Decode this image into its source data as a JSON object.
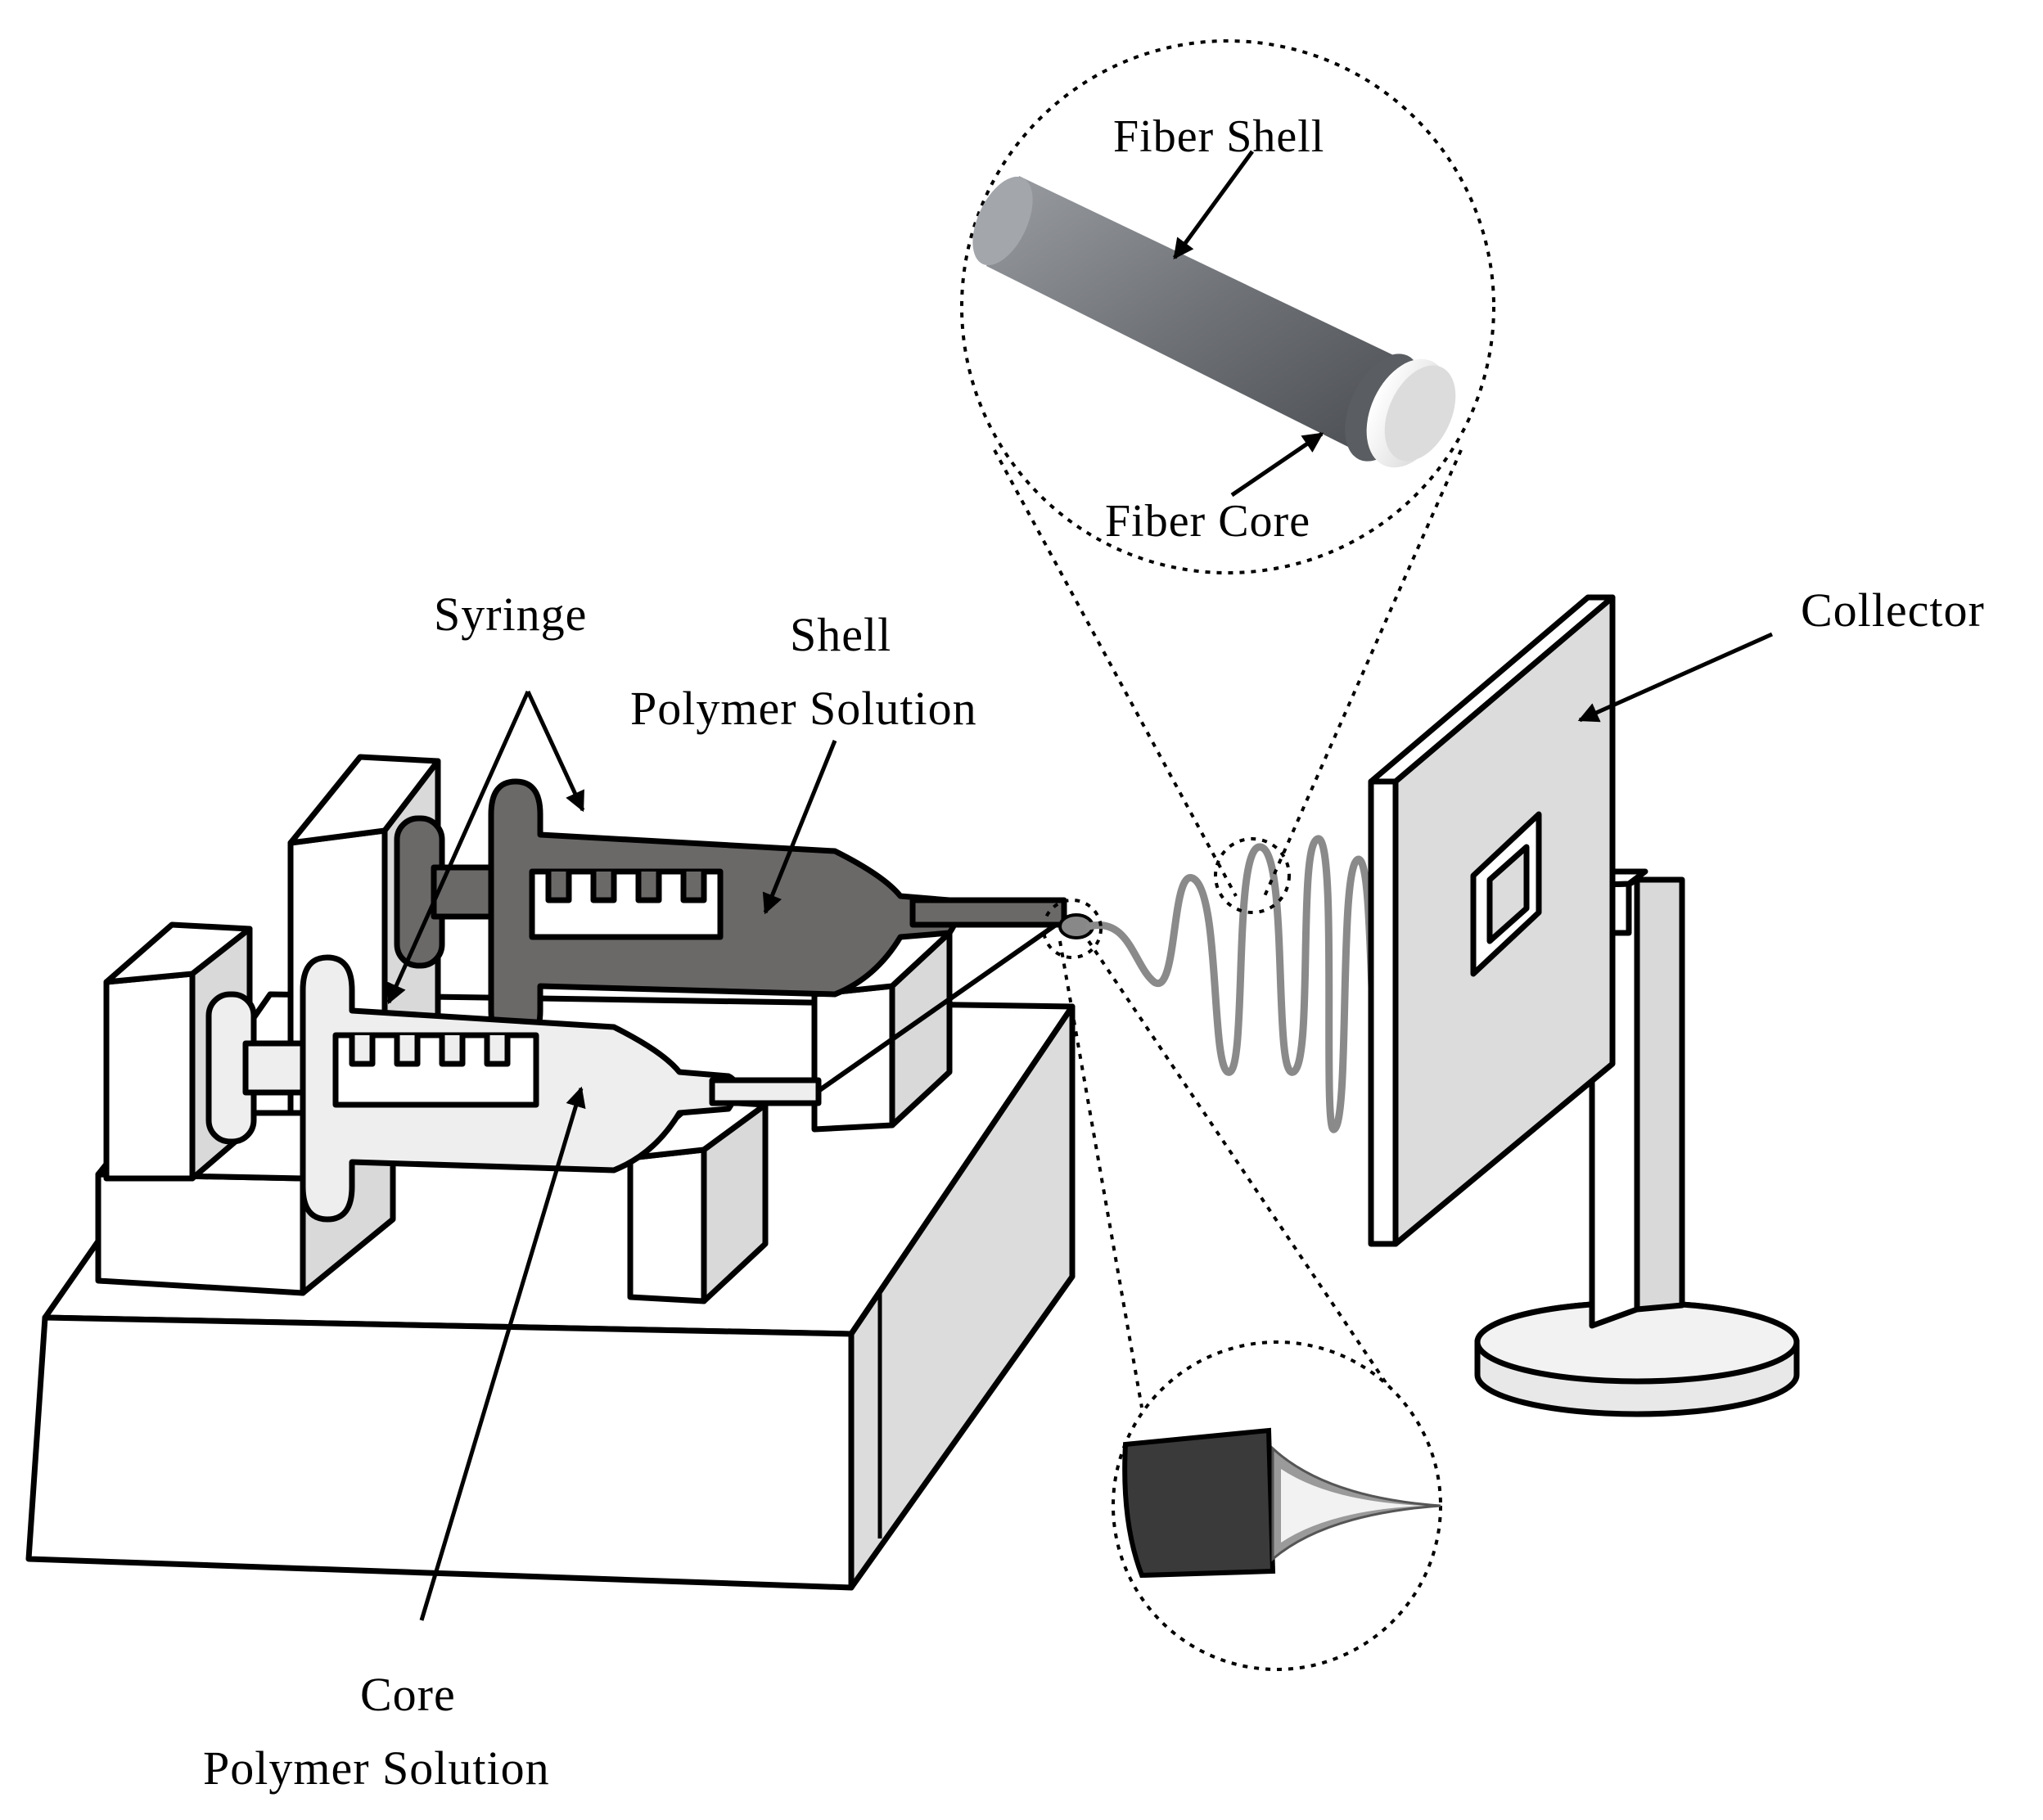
{
  "labels": {
    "fiber_shell": "Fiber Shell",
    "fiber_core": "Fiber Core",
    "syringe": "Syringe",
    "shell_line1": "Shell",
    "shell_line2": "Polymer Solution",
    "collector": "Collector",
    "core_line1": "Core",
    "core_line2": "Polymer Solution"
  },
  "colors": {
    "outline": "#000000",
    "block_fill": "#ffffff",
    "block_shade": "#d9d9d9",
    "shell_solution": "#6b6868",
    "core_solution": "#eeeeee",
    "fiber_shell": "#7a7d82",
    "fiber_core": "#f0f0f0",
    "jet": "#8a8a8a",
    "nozzle": "#3a3a3a"
  }
}
